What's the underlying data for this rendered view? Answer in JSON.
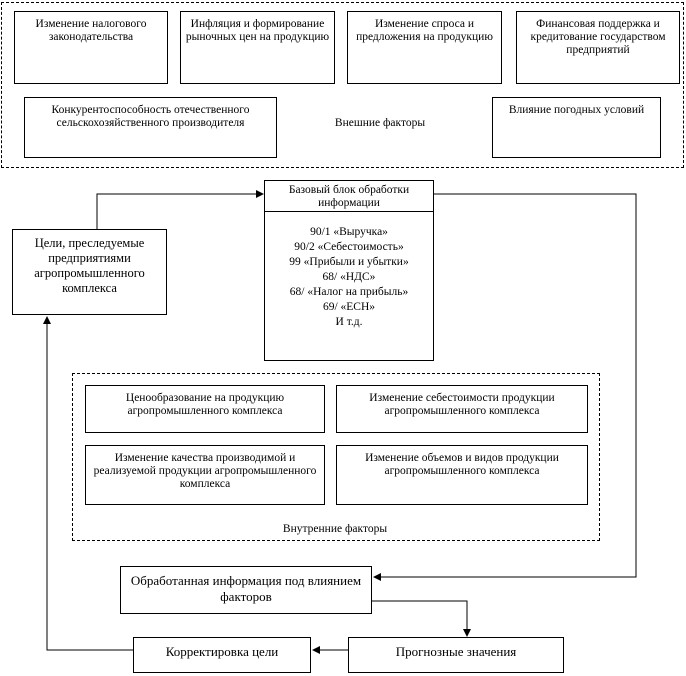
{
  "external": {
    "label": "Внешние факторы",
    "items": [
      "Изменение налогового законодательства",
      "Инфляция и формирование рыночных цен на продукцию",
      "Изменение спроса и предложения на продукцию",
      "Финансовая поддержка и кредитование государством предприятий",
      "Конкурентоспособность отечественного сельскохозяйственного производителя",
      "Влияние погодных условий"
    ]
  },
  "base_block": {
    "title": "Базовый блок обработки информации",
    "lines": [
      "90/1 «Выручка»",
      "90/2 «Себестоимость»",
      "99 «Прибыли и убытки»",
      "68/ «НДС»",
      "68/ «Налог на прибыль»",
      "69/ «ЕСН»",
      "И т.д."
    ]
  },
  "goals": "Цели, преследуемые предприятиями агропромышленного комплекса",
  "internal": {
    "label": "Внутренние факторы",
    "items": [
      "Ценообразование на продукцию агропромышленного комплекса",
      "Изменение себестоимости продукции агропромышленного комплекса",
      "Изменение качества производимой и реализуемой продукции агропромышленного комплекса",
      "Изменение объемов и видов продукции агропромышленного комплекса"
    ]
  },
  "processed": "Обработанная информация под влиянием факторов",
  "forecast": "Прогнозные значения",
  "correction": "Корректировка цели"
}
